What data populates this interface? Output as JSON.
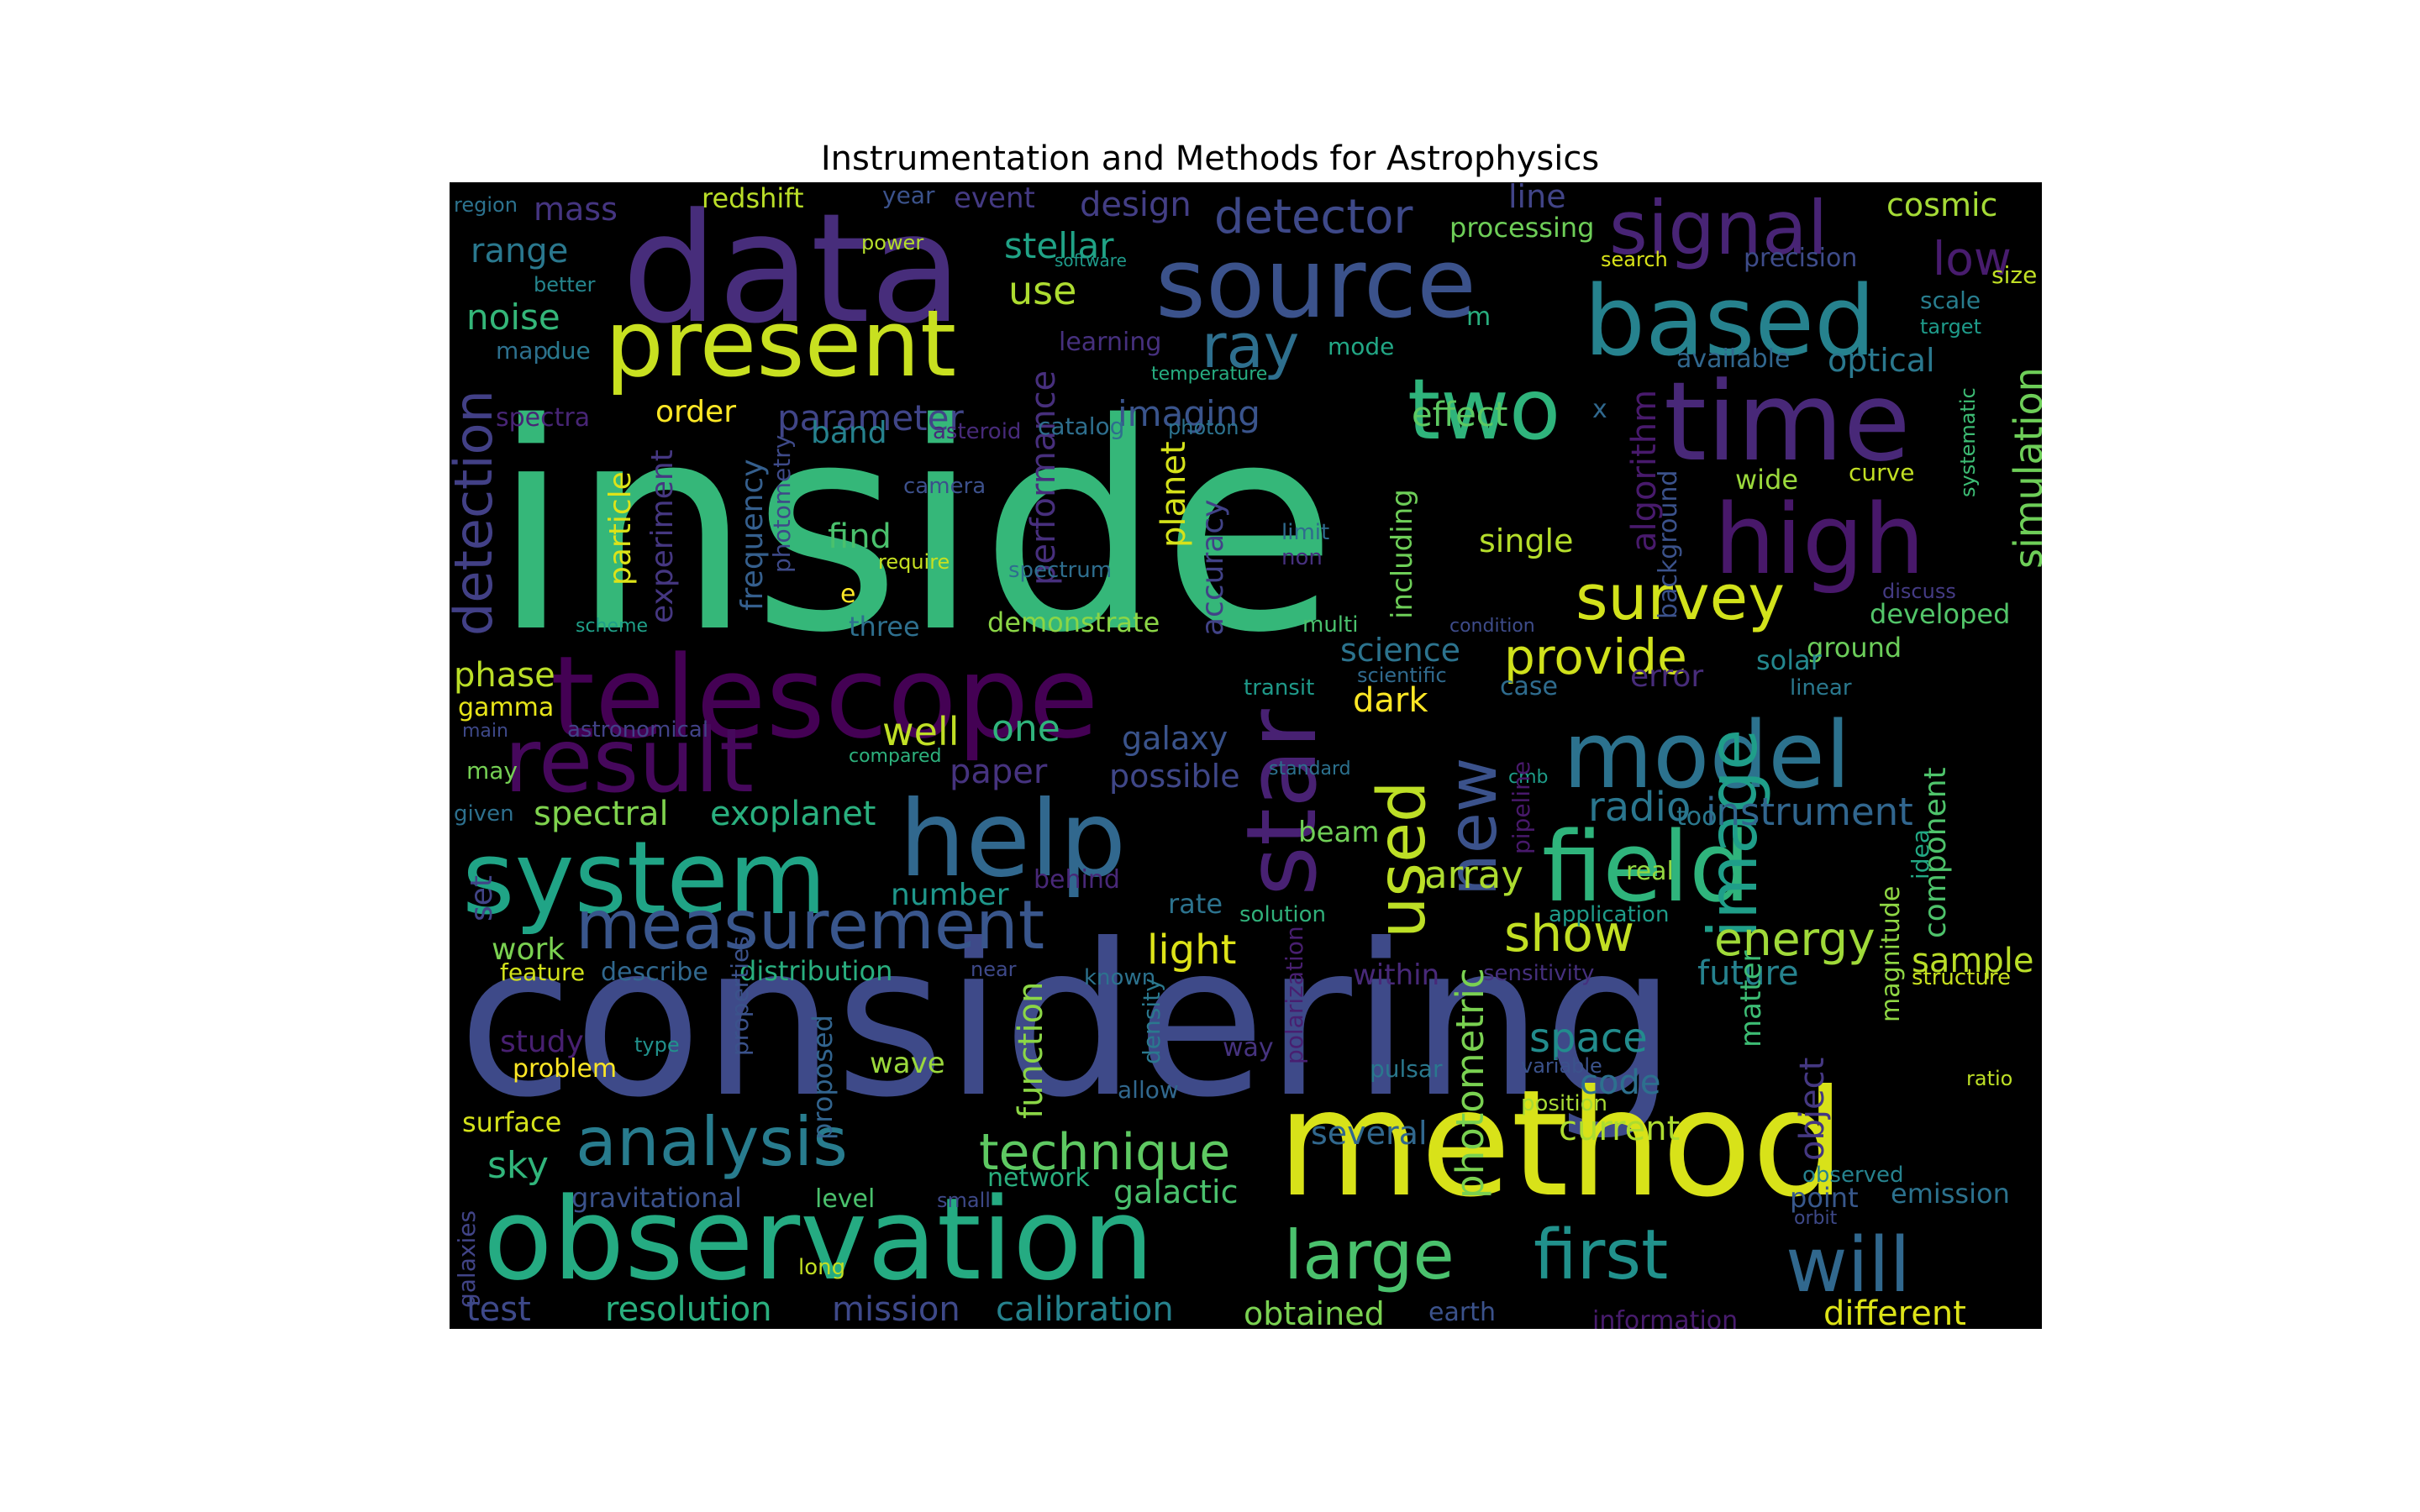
{
  "chart_data": {
    "type": "wordcloud",
    "title": "Instrumentation and Methods for Astrophysics",
    "background": "#000000",
    "colormap": "viridis",
    "words": [
      {
        "text": "inside",
        "color": "#35b779"
      },
      {
        "text": "considering",
        "color": "#3e4a89"
      },
      {
        "text": "data",
        "color": "#472d7b"
      },
      {
        "text": "method",
        "color": "#d8e219"
      },
      {
        "text": "observation",
        "color": "#25ab82"
      },
      {
        "text": "telescope",
        "color": "#440154"
      },
      {
        "text": "source",
        "color": "#3b528b"
      },
      {
        "text": "help",
        "color": "#31688e"
      },
      {
        "text": "system",
        "color": "#20a486"
      },
      {
        "text": "present",
        "color": "#c8e020"
      },
      {
        "text": "time",
        "color": "#482878"
      },
      {
        "text": "based",
        "color": "#26828e"
      },
      {
        "text": "model",
        "color": "#2c728e"
      },
      {
        "text": "star",
        "color": "#482173"
      },
      {
        "text": "field",
        "color": "#2fb47c"
      },
      {
        "text": "result",
        "color": "#46085c"
      },
      {
        "text": "high",
        "color": "#48186a"
      },
      {
        "text": "image",
        "color": "#1f9e89"
      },
      {
        "text": "used",
        "color": "#bddf26"
      },
      {
        "text": "measurement",
        "color": "#39568c"
      },
      {
        "text": "analysis",
        "color": "#287c8e"
      },
      {
        "text": "large",
        "color": "#4ac16d"
      },
      {
        "text": "first",
        "color": "#21918c"
      },
      {
        "text": "will",
        "color": "#31688e"
      },
      {
        "text": "two",
        "color": "#2fb47c"
      },
      {
        "text": "signal",
        "color": "#482475"
      },
      {
        "text": "new",
        "color": "#3b528b"
      },
      {
        "text": "survey",
        "color": "#d2e21b"
      },
      {
        "text": "ray",
        "color": "#2e6f8e"
      },
      {
        "text": "detector",
        "color": "#3e4989"
      },
      {
        "text": "technique",
        "color": "#5ec962"
      },
      {
        "text": "provide",
        "color": "#d0e11c"
      },
      {
        "text": "detection",
        "color": "#424086"
      },
      {
        "text": "simulation",
        "color": "#6ece58"
      },
      {
        "text": "energy",
        "color": "#a0da39"
      },
      {
        "text": "show",
        "color": "#c2df23"
      },
      {
        "text": "space",
        "color": "#228c8d"
      },
      {
        "text": "instrument",
        "color": "#31668e"
      },
      {
        "text": "low",
        "color": "#481c6e"
      },
      {
        "text": "light",
        "color": "#dde318"
      },
      {
        "text": "array",
        "color": "#addc30"
      },
      {
        "text": "photometric",
        "color": "#7ad151"
      },
      {
        "text": "radio",
        "color": "#2a768e"
      },
      {
        "text": "sample",
        "color": "#bade28"
      },
      {
        "text": "cosmic",
        "color": "#a5db36"
      },
      {
        "text": "stellar",
        "color": "#20a386"
      },
      {
        "text": "parameter",
        "color": "#404588"
      },
      {
        "text": "imaging",
        "color": "#3a548c"
      },
      {
        "text": "range",
        "color": "#2a788e"
      },
      {
        "text": "noise",
        "color": "#34b679"
      },
      {
        "text": "use",
        "color": "#addc30"
      },
      {
        "text": "redshift",
        "color": "#bade28"
      },
      {
        "text": "mass",
        "color": "#453581"
      },
      {
        "text": "line",
        "color": "#414487"
      },
      {
        "text": "design",
        "color": "#433e85"
      },
      {
        "text": "event",
        "color": "#443a83"
      },
      {
        "text": "year",
        "color": "#3b528b"
      },
      {
        "text": "region",
        "color": "#2c728e"
      },
      {
        "text": "processing",
        "color": "#6ece58"
      },
      {
        "text": "power",
        "color": "#b5de2b"
      },
      {
        "text": "software",
        "color": "#1f9a8a"
      },
      {
        "text": "search",
        "color": "#d8e219"
      },
      {
        "text": "precision",
        "color": "#3e4c8a"
      },
      {
        "text": "size",
        "color": "#c0df25"
      },
      {
        "text": "better",
        "color": "#25858e"
      },
      {
        "text": "scale",
        "color": "#287d8e"
      },
      {
        "text": "target",
        "color": "#1e9b8a"
      },
      {
        "text": "map",
        "color": "#2d708e"
      },
      {
        "text": "due",
        "color": "#29798e"
      },
      {
        "text": "learning",
        "color": "#46307e"
      },
      {
        "text": "temperature",
        "color": "#27ad81"
      },
      {
        "text": "mode",
        "color": "#22a785"
      },
      {
        "text": "available",
        "color": "#31678e"
      },
      {
        "text": "optical",
        "color": "#2a788e"
      },
      {
        "text": "performance",
        "color": "#472f7d"
      },
      {
        "text": "algorithm",
        "color": "#481a6c"
      },
      {
        "text": "spectra",
        "color": "#482576"
      },
      {
        "text": "order",
        "color": "#fde725"
      },
      {
        "text": "band",
        "color": "#26828e"
      },
      {
        "text": "catalog",
        "color": "#2e6f8e"
      },
      {
        "text": "asteroid",
        "color": "#472a7a"
      },
      {
        "text": "photon",
        "color": "#2c728e"
      },
      {
        "text": "planet",
        "color": "#d5e21a"
      },
      {
        "text": "effect",
        "color": "#5ec962"
      },
      {
        "text": "x",
        "color": "#30688e"
      },
      {
        "text": "background",
        "color": "#3b528b"
      },
      {
        "text": "systematic",
        "color": "#3dbc74"
      },
      {
        "text": "wide",
        "color": "#9bd93c"
      },
      {
        "text": "curve",
        "color": "#c2df23"
      },
      {
        "text": "m",
        "color": "#29af7f"
      },
      {
        "text": "particle",
        "color": "#dde318"
      },
      {
        "text": "experiment",
        "color": "#453781"
      },
      {
        "text": "frequency",
        "color": "#355f8d"
      },
      {
        "text": "photometry",
        "color": "#3e4a89"
      },
      {
        "text": "camera",
        "color": "#3c508b"
      },
      {
        "text": "accuracy",
        "color": "#414287"
      },
      {
        "text": "including",
        "color": "#6ece58"
      },
      {
        "text": "limit",
        "color": "#2f6b8e"
      },
      {
        "text": "non",
        "color": "#46307e"
      },
      {
        "text": "find",
        "color": "#4ac16d"
      },
      {
        "text": "require",
        "color": "#c5e021"
      },
      {
        "text": "single",
        "color": "#b5de2b"
      },
      {
        "text": "spectrum",
        "color": "#2e6e8e"
      },
      {
        "text": "e",
        "color": "#fde725"
      },
      {
        "text": "discuss",
        "color": "#443b84"
      },
      {
        "text": "developed",
        "color": "#52c569"
      },
      {
        "text": "scheme",
        "color": "#1fa088"
      },
      {
        "text": "three",
        "color": "#2e6f8e"
      },
      {
        "text": "demonstrate",
        "color": "#8bd646"
      },
      {
        "text": "multi",
        "color": "#4ac16d"
      },
      {
        "text": "condition",
        "color": "#3e4c8a"
      },
      {
        "text": "ground",
        "color": "#6ccd5a"
      },
      {
        "text": "science",
        "color": "#2c738e"
      },
      {
        "text": "solar",
        "color": "#24878e"
      },
      {
        "text": "error",
        "color": "#472c7a"
      },
      {
        "text": "phase",
        "color": "#bade28"
      },
      {
        "text": "scientific",
        "color": "#306a8e"
      },
      {
        "text": "transit",
        "color": "#1f9a8a"
      },
      {
        "text": "case",
        "color": "#2f6c8e"
      },
      {
        "text": "linear",
        "color": "#2a788e"
      },
      {
        "text": "gamma",
        "color": "#e7e419"
      },
      {
        "text": "main",
        "color": "#3e4989"
      },
      {
        "text": "astronomical",
        "color": "#414287"
      },
      {
        "text": "well",
        "color": "#c0df25"
      },
      {
        "text": "dark",
        "color": "#fde725"
      },
      {
        "text": "one",
        "color": "#2fb47c"
      },
      {
        "text": "galaxy",
        "color": "#3a538b"
      },
      {
        "text": "compared",
        "color": "#2db27d"
      },
      {
        "text": "paper",
        "color": "#46337f"
      },
      {
        "text": "may",
        "color": "#75d054"
      },
      {
        "text": "possible",
        "color": "#3f4788"
      },
      {
        "text": "standard",
        "color": "#2c718e"
      },
      {
        "text": "cmb",
        "color": "#1e9d89"
      },
      {
        "text": "pipeline",
        "color": "#48196b"
      },
      {
        "text": "component",
        "color": "#4ec36b"
      },
      {
        "text": "given",
        "color": "#2d708e"
      },
      {
        "text": "spectral",
        "color": "#7fd34e"
      },
      {
        "text": "exoplanet",
        "color": "#2ab07f"
      },
      {
        "text": "tool",
        "color": "#2a788e"
      },
      {
        "text": "idea",
        "color": "#22a884"
      },
      {
        "text": "beam",
        "color": "#70cf57"
      },
      {
        "text": "real",
        "color": "#95d840"
      },
      {
        "text": "behind",
        "color": "#482878"
      },
      {
        "text": "application",
        "color": "#1e9c89"
      },
      {
        "text": "rate",
        "color": "#2c738e"
      },
      {
        "text": "number",
        "color": "#1f978b"
      },
      {
        "text": "set",
        "color": "#414487"
      },
      {
        "text": "solution",
        "color": "#30b07a"
      },
      {
        "text": "work",
        "color": "#7ad151"
      },
      {
        "text": "feature",
        "color": "#d2e21b"
      },
      {
        "text": "describe",
        "color": "#31688e"
      },
      {
        "text": "distribution",
        "color": "#29af7f"
      },
      {
        "text": "near",
        "color": "#3e4989"
      },
      {
        "text": "known",
        "color": "#2c728e"
      },
      {
        "text": "within",
        "color": "#482979"
      },
      {
        "text": "sensitivity",
        "color": "#46307e"
      },
      {
        "text": "future",
        "color": "#26828e"
      },
      {
        "text": "structure",
        "color": "#c8e020"
      },
      {
        "text": "polarization",
        "color": "#481f70"
      },
      {
        "text": "density",
        "color": "#2a788e"
      },
      {
        "text": "properties",
        "color": "#3b528b"
      },
      {
        "text": "magnitude",
        "color": "#8fd744"
      },
      {
        "text": "matter",
        "color": "#3dbc74"
      },
      {
        "text": "object",
        "color": "#453882"
      },
      {
        "text": "study",
        "color": "#482071"
      },
      {
        "text": "type",
        "color": "#21918c"
      },
      {
        "text": "problem",
        "color": "#fde725"
      },
      {
        "text": "wave",
        "color": "#9bd93c"
      },
      {
        "text": "proposed",
        "color": "#32648e"
      },
      {
        "text": "function",
        "color": "#8bd646"
      },
      {
        "text": "way",
        "color": "#46337f"
      },
      {
        "text": "allow",
        "color": "#31688e"
      },
      {
        "text": "pulsar",
        "color": "#2a788e"
      },
      {
        "text": "variable",
        "color": "#3b528b"
      },
      {
        "text": "code",
        "color": "#2d708e"
      },
      {
        "text": "position",
        "color": "#a8db34"
      },
      {
        "text": "ratio",
        "color": "#bddf26"
      },
      {
        "text": "surface",
        "color": "#d5e21a"
      },
      {
        "text": "several",
        "color": "#31688e"
      },
      {
        "text": "current",
        "color": "#addc30"
      },
      {
        "text": "sky",
        "color": "#31b57b"
      },
      {
        "text": "network",
        "color": "#2ab07f"
      },
      {
        "text": "observed",
        "color": "#26828e"
      },
      {
        "text": "gravitational",
        "color": "#3b528b"
      },
      {
        "text": "galactic",
        "color": "#4ac16d"
      },
      {
        "text": "level",
        "color": "#4ac16d"
      },
      {
        "text": "small",
        "color": "#3e4989"
      },
      {
        "text": "point",
        "color": "#38588c"
      },
      {
        "text": "emission",
        "color": "#2c728e"
      },
      {
        "text": "orbit",
        "color": "#3e4989"
      },
      {
        "text": "galaxies",
        "color": "#414487"
      },
      {
        "text": "long",
        "color": "#c2df23"
      },
      {
        "text": "test",
        "color": "#3e4989"
      },
      {
        "text": "resolution",
        "color": "#2ab07f"
      },
      {
        "text": "mission",
        "color": "#3e4989"
      },
      {
        "text": "calibration",
        "color": "#26828e"
      },
      {
        "text": "obtained",
        "color": "#7ad151"
      },
      {
        "text": "earth",
        "color": "#3b528b"
      },
      {
        "text": "information",
        "color": "#481c6e"
      },
      {
        "text": "different",
        "color": "#dde318"
      }
    ]
  }
}
